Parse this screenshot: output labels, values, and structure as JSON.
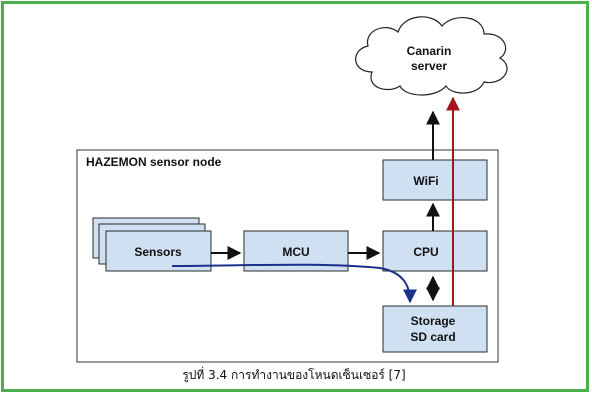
{
  "figure": {
    "caption": "รูปที่ 3.4 การทำงานของโหนดเซ็นเซอร์ [7]"
  },
  "diagram": {
    "node_title": "HAZEMON sensor node",
    "cloud_line1": "Canarin",
    "cloud_line2": "server",
    "sensors": "Sensors",
    "mcu": "MCU",
    "cpu": "CPU",
    "wifi": "WiFi",
    "storage_line1": "Storage",
    "storage_line2": "SD card"
  },
  "colors": {
    "frame_border": "#4cae4c",
    "box_fill": "#cfe0f3",
    "box_stroke": "#2b2b2b",
    "blue_path": "#1c2f8a",
    "red_path": "#a3141c"
  }
}
